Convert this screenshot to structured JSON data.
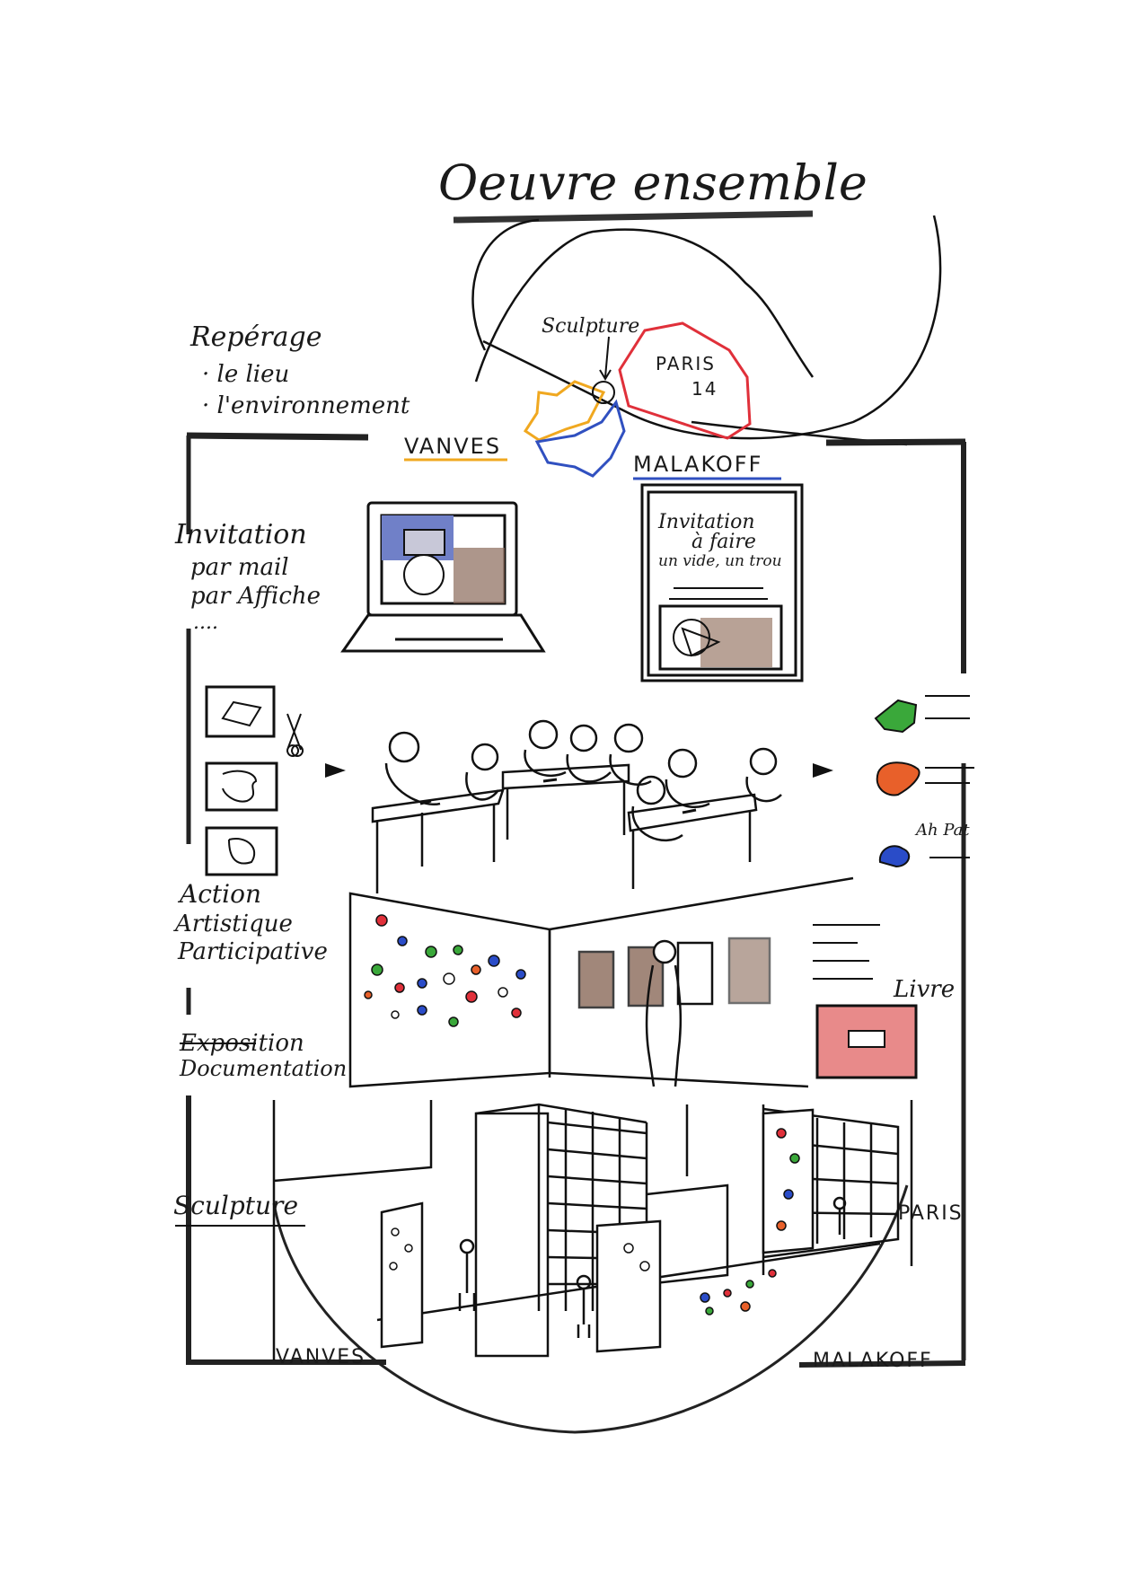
{
  "title": "Oeuvre ensemble",
  "map": {
    "marker_label": "Sculpture",
    "paris_label": "PARIS",
    "paris_arrondissement": "14",
    "vanves_label": "VANVES",
    "malakoff_label": "MALAKOFF",
    "colors": {
      "paris": "#e0303a",
      "vanves": "#f0a820",
      "malakoff": "#3050c0"
    }
  },
  "reperage": {
    "heading": "Repérage",
    "items": [
      "· le lieu",
      "· l'environnement"
    ]
  },
  "invitation": {
    "heading": "Invitation",
    "lines": [
      "par mail",
      "par Affiche",
      "...."
    ]
  },
  "poster": {
    "lines": [
      "Invitation",
      "à faire",
      "un vide, un trou"
    ]
  },
  "action": {
    "lines": [
      "Action",
      "Artistique",
      "Participative"
    ],
    "shape_colors": [
      "#3aa83a",
      "#e8602a",
      "#2a4cc8"
    ],
    "shape_captions": [
      "Ah Pat"
    ]
  },
  "exposition": {
    "lines": [
      "Exposition",
      "Documentation"
    ],
    "book_label": "Livre",
    "book_color": "#e88a8a"
  },
  "sculpture_scene": {
    "left_label": "Sculpture",
    "right_label": "PARIS",
    "bottom_left": "VANVES",
    "bottom_right": "MALAKOFF"
  }
}
